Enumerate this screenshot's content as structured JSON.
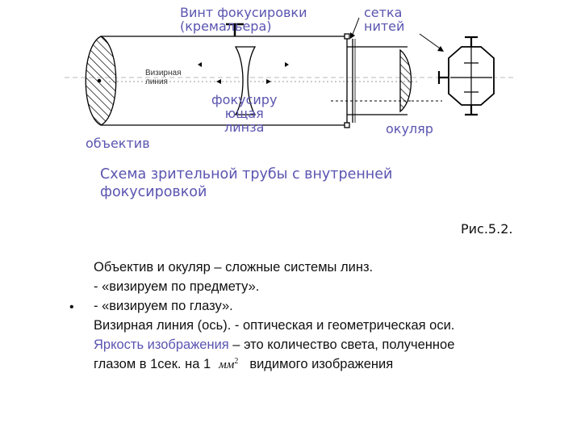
{
  "labels": {
    "focus_screw_1": "Винт фокусировки",
    "focus_screw_2": "(кремальера)",
    "reticle_1": "сетка",
    "reticle_2": "нитей",
    "sight_line_1": "Визирная",
    "sight_line_2": "линия",
    "focus_lens_1": "фокусиру",
    "focus_lens_2": "ющая",
    "focus_lens_3": "линза",
    "eyepiece": "окуляр",
    "objective": "объектив"
  },
  "caption": {
    "line1": "Схема зрительной трубы с внутренней",
    "line2": "фокусировкой"
  },
  "figure_number": "Рис.5.2.",
  "bullet": "•",
  "body": {
    "line1": "Объектив и окуляр – сложные  системы линз.",
    "line2": "- «визируем по предмету».",
    "line3": "- «визируем по глазу».",
    "line4": "Визирная линия (ось). - оптическая и геометрическая оси.",
    "line5_highlight": "Яркость изображения",
    "line5_rest": " – это количество света, полученное",
    "line6_start": "глазом в 1сек. на 1",
    "unit": "мм",
    "unit_exp": "2",
    "line6_end": "видимого изображения"
  },
  "colors": {
    "label": "#5a55b0",
    "text": "#111111",
    "lines": "#000000"
  }
}
